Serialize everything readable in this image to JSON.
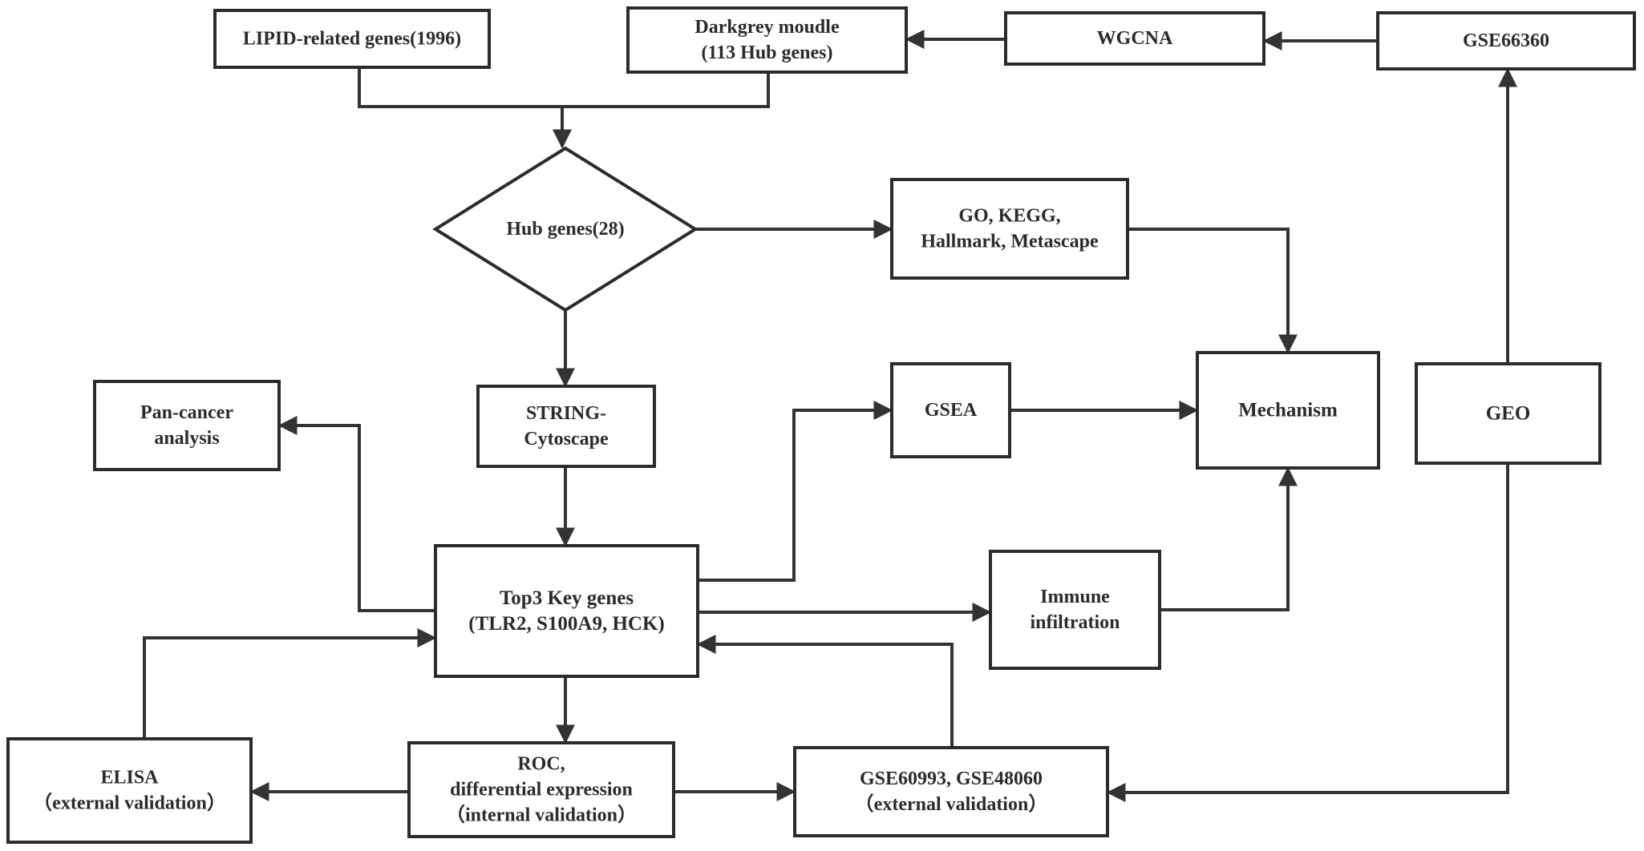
{
  "nodes": {
    "lipid": {
      "lines": [
        "LIPID-related genes(1996)"
      ]
    },
    "darkgrey": {
      "lines": [
        "Darkgrey moudle",
        "(113 Hub genes)"
      ]
    },
    "wgcna": {
      "lines": [
        "WGCNA"
      ]
    },
    "gse66360": {
      "lines": [
        "GSE66360"
      ]
    },
    "hub": {
      "lines": [
        "Hub genes(28)"
      ]
    },
    "go": {
      "lines": [
        "GO, KEGG,",
        "Hallmark, Metascape"
      ]
    },
    "string": {
      "lines": [
        "STRING-",
        "Cytoscape"
      ]
    },
    "pancancer": {
      "lines": [
        "Pan-cancer",
        "analysis"
      ]
    },
    "gsea": {
      "lines": [
        "GSEA"
      ]
    },
    "mechanism": {
      "lines": [
        "Mechanism"
      ]
    },
    "geo": {
      "lines": [
        "GEO"
      ]
    },
    "top3": {
      "lines": [
        "Top3 Key genes",
        "(TLR2, S100A9, HCK)"
      ]
    },
    "immune": {
      "lines": [
        "Immune",
        "infiltration"
      ]
    },
    "elisa": {
      "lines": [
        "ELISA",
        "（external validation）"
      ]
    },
    "roc": {
      "lines": [
        "ROC,",
        "differential expression",
        "（internal validation）"
      ]
    },
    "gse60993": {
      "lines": [
        "GSE60993, GSE48060",
        "（external validation）"
      ]
    }
  },
  "edges": [
    {
      "from": "gse66360",
      "to": "wgcna"
    },
    {
      "from": "wgcna",
      "to": "darkgrey"
    },
    {
      "from": "lipid",
      "to": "hub"
    },
    {
      "from": "darkgrey",
      "to": "hub"
    },
    {
      "from": "hub",
      "to": "go"
    },
    {
      "from": "hub",
      "to": "string"
    },
    {
      "from": "go",
      "to": "mechanism"
    },
    {
      "from": "string",
      "to": "top3"
    },
    {
      "from": "top3",
      "to": "pancancer"
    },
    {
      "from": "top3",
      "to": "gsea"
    },
    {
      "from": "gsea",
      "to": "mechanism"
    },
    {
      "from": "top3",
      "to": "immune"
    },
    {
      "from": "immune",
      "to": "mechanism"
    },
    {
      "from": "geo",
      "to": "gse66360"
    },
    {
      "from": "geo",
      "to": "gse60993"
    },
    {
      "from": "top3",
      "to": "roc"
    },
    {
      "from": "roc",
      "to": "elisa"
    },
    {
      "from": "roc",
      "to": "gse60993"
    },
    {
      "from": "elisa",
      "to": "top3"
    },
    {
      "from": "gse60993",
      "to": "top3"
    }
  ]
}
